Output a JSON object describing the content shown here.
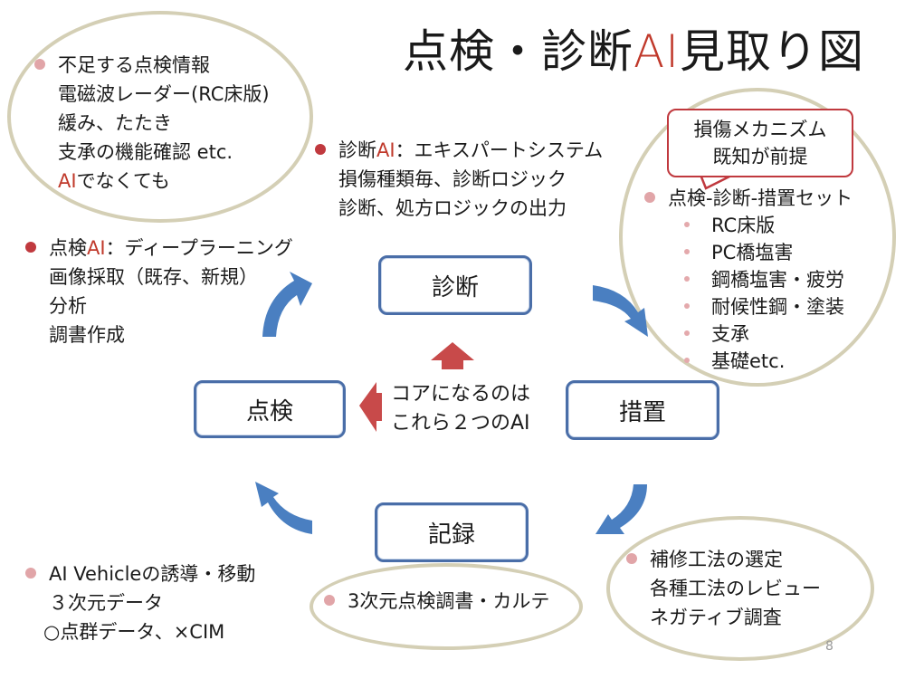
{
  "title": {
    "part1": "点検・診断",
    "accent": "AI",
    "part2": "見取り図"
  },
  "colors": {
    "accent_red": "#c0392b",
    "arrow_blue": "#4a7fc1",
    "arrow_red": "#c84a4a",
    "ellipse_border": "#d4cfb5",
    "node_border": "#4a6ea8"
  },
  "top_left_bubble": {
    "heading": "不足する点検情報",
    "lines": [
      "電磁波レーダー(RC床版)",
      "緩み、たたき",
      "支承の機能確認 etc."
    ],
    "last_line_accent": "AI",
    "last_line_rest": "でなくても"
  },
  "diagnosis_ai": {
    "prefix": "診断",
    "accent": "AI",
    "suffix": "：エキスパートシステム",
    "lines": [
      "損傷種類毎、診断ロジック",
      "診断、処方ロジックの出力"
    ]
  },
  "callout": {
    "line1": "損傷メカニズム",
    "line2": "既知が前提"
  },
  "right_bubble": {
    "heading": "点検-診断-措置セット",
    "items": [
      "RC床版",
      "PC橋塩害",
      "鋼橋塩害・疲労",
      "耐候性鋼・塗装",
      "支承",
      "基礎etc."
    ]
  },
  "inspection_ai": {
    "prefix": "点検",
    "accent": "AI",
    "suffix": "：ディープラーニング",
    "lines": [
      "画像採取（既存、新規）",
      "分析",
      "調書作成"
    ]
  },
  "cycle_nodes": {
    "diagnosis": "診断",
    "inspection": "点検",
    "measures": "措置",
    "record": "記録"
  },
  "core_note": {
    "line1": "コアになるのは",
    "line2": "これら２つのAI"
  },
  "ai_vehicle": {
    "heading": "AI Vehicleの誘導・移動",
    "lines": [
      "３次元データ",
      "○点群データ、×CIM"
    ]
  },
  "record_bubble": {
    "text": "3次元点検調書・カルテ"
  },
  "repair_bubble": {
    "heading": "補修工法の選定",
    "lines": [
      "各種工法のレビュー",
      "ネガティブ調査"
    ]
  },
  "page_number": "8"
}
